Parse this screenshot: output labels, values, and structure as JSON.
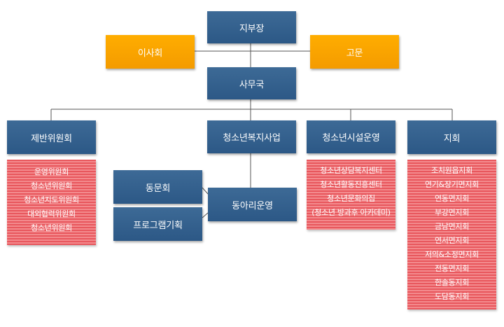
{
  "org": {
    "top": "지부장",
    "board": "이사회",
    "advisor": "고문",
    "office": "사무국",
    "committees": {
      "title": "제반위원회",
      "items": [
        "운영위원회",
        "청소년위원회",
        "청소년지도위원회",
        "대외협력위원회",
        "청소년위원회"
      ]
    },
    "welfare": "청소년복지사업",
    "alumni": "동문회",
    "program": "프로그램기획",
    "club": "동아리운영",
    "facility": {
      "title": "청소년시설운영",
      "items": [
        "청소년상담복지센터",
        "청소년활동진흥센터",
        "청소년문화의집",
        "(청소년 방과후 아카데미)"
      ]
    },
    "branch": {
      "title": "지회",
      "items": [
        "조치원읍지회",
        "연기&장기면지회",
        "연동면지회",
        "부강면지회",
        "금남면지회",
        "연서면지회",
        "저의&소정면지회",
        "전동면지회",
        "한솔동지회",
        "도담동지회"
      ]
    }
  },
  "colors": {
    "blue_box": "#2f5b88",
    "orange_box": "#f9a300",
    "red_list": "#e85c62",
    "connector": "#555555"
  }
}
